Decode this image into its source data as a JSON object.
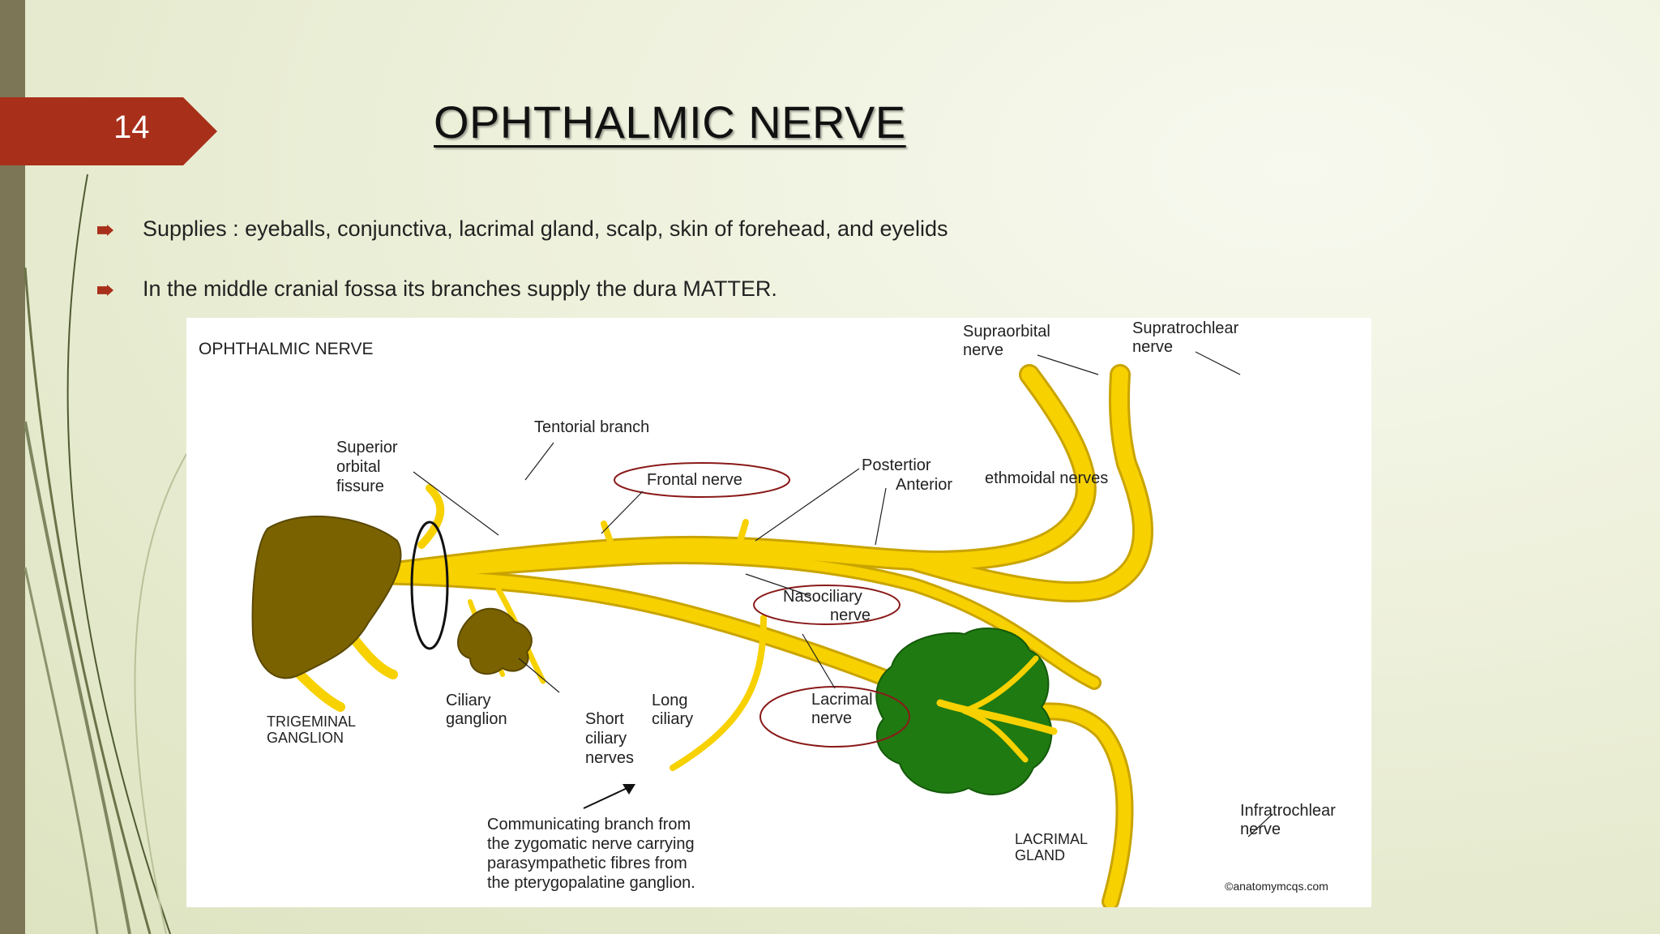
{
  "slide": {
    "number": "14",
    "title": "OPHTHALMIC  NERVE",
    "bullets": [
      "Supplies : eyeballs, conjunctiva, lacrimal gland, scalp, skin of forehead, and eyelids",
      "In the middle cranial fossa its branches supply the dura MATTER."
    ]
  },
  "figure": {
    "heading": "OPHTHALMIC NERVE",
    "labels": {
      "supraorbital": [
        "Supraorbital",
        "nerve"
      ],
      "supratrochlear": [
        "Supratrochlear",
        "nerve"
      ],
      "tentorial": "Tentorial branch",
      "superior_orbital": [
        "Superior",
        "orbital",
        "fissure"
      ],
      "frontal": "Frontal nerve",
      "posterior": "Postertior",
      "anterior": "Anterior",
      "ethmoidal": "ethmoidal nerves",
      "nasociliary": [
        "Nasociliary",
        "nerve"
      ],
      "lacrimal_nerve": [
        "Lacrimal",
        "nerve"
      ],
      "trigeminal": [
        "TRIGEMINAL",
        "GANGLION"
      ],
      "ciliary_ganglion": [
        "Ciliary",
        "ganglion"
      ],
      "short_ciliary": [
        "Short",
        "ciliary",
        "nerves"
      ],
      "long_ciliary": [
        "Long",
        "ciliary"
      ],
      "communicating": [
        "Communicating branch from",
        "the zygomatic nerve carrying",
        "parasympathetic fibres from",
        "the pterygopalatine ganglion."
      ],
      "lacrimal_gland": [
        "LACRIMAL",
        "GLAND"
      ],
      "infratrochlear": [
        "Infratrochlear",
        "nerve"
      ],
      "credit": "©anatomymcqs.com"
    },
    "colors": {
      "nerve": "#f7d100",
      "nerve_outline": "#c9a400",
      "ganglion": "#7a6200",
      "gland": "#1f7a12",
      "highlight_ring": "#8a1a1a"
    }
  }
}
